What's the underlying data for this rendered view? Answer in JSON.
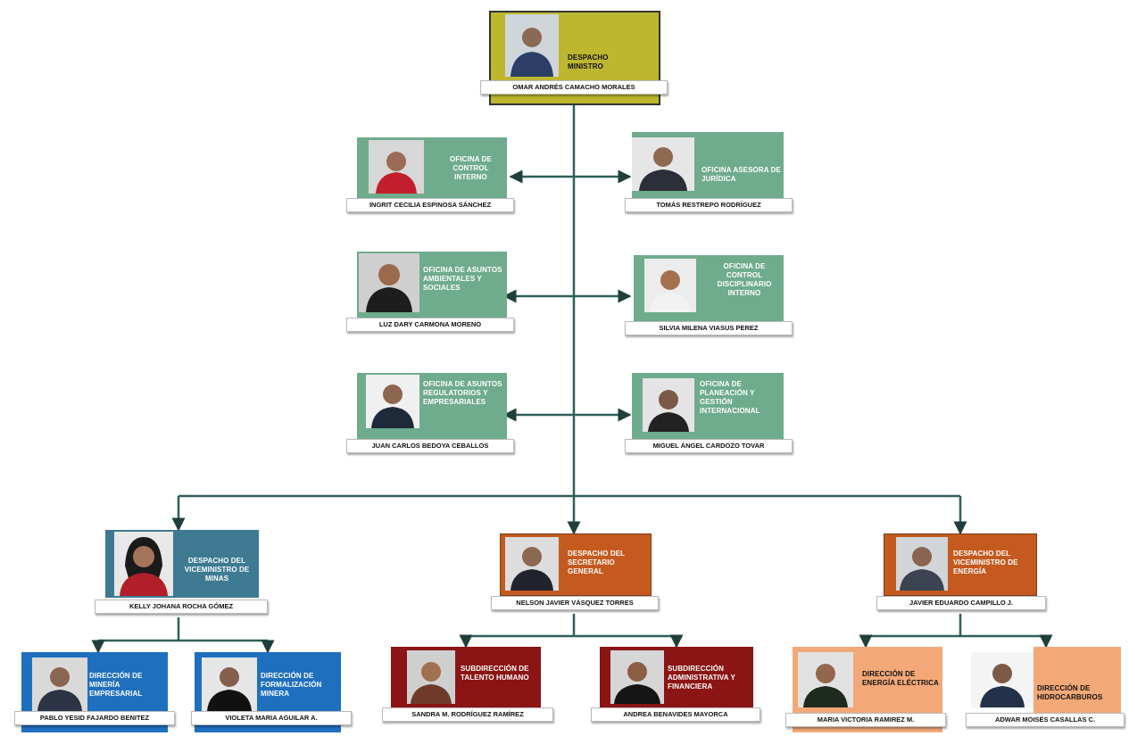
{
  "colors": {
    "ministro": "#bdb72f",
    "oficina": "#6fab8d",
    "viceminas": "#3e7a92",
    "secretario": "#c45a1f",
    "subdireccion": "#8b1414",
    "minas_dir": "#1f6fbf",
    "energia_dir": "#f3a878",
    "connector": "#2f5f5b"
  },
  "ministro": {
    "unit": "DESPACHO MINISTRO",
    "name": "OMAR ANDRÉS CAMACHO MORALES"
  },
  "oficinas": [
    {
      "unit": "OFICINA DE CONTROL INTERNO",
      "name": "INGRIT CECILIA ESPINOSA SÁNCHEZ"
    },
    {
      "unit": "OFICINA ASESORA DE JURÍDICA",
      "name": "TOMÁS RESTREPO RODRÍGUEZ"
    },
    {
      "unit": "OFICINA DE ASUNTOS AMBIENTALES Y SOCIALES",
      "name": "LUZ DARY CARMONA MORENO"
    },
    {
      "unit": "OFICINA DE CONTROL DISCIPLINARIO INTERNO",
      "name": "SILVIA MILENA VIASUS PEREZ"
    },
    {
      "unit": "OFICINA DE ASUNTOS REGULATORIOS Y EMPRESARIALES",
      "name": "JUAN CARLOS BEDOYA CEBALLOS"
    },
    {
      "unit": "OFICINA DE PLANEACIÓN Y GESTIÓN INTERNACIONAL",
      "name": "MIGUEL ÁNGEL CARDOZO TOVAR"
    }
  ],
  "despachos": [
    {
      "unit": "DESPACHO DEL VICEMINISTRO DE MINAS",
      "name": "KELLY JOHANA ROCHA GÓMEZ"
    },
    {
      "unit": "DESPACHO DEL SECRETARIO GENERAL",
      "name": "NELSON JAVIER VÁSQUEZ TORRES"
    },
    {
      "unit": "DESPACHO DEL VICEMINISTRO DE ENERGÍA",
      "name": "JAVIER EDUARDO CAMPILLO J."
    }
  ],
  "direcciones": [
    {
      "unit": "DIRECCIÓN DE MINERÍA EMPRESARIAL",
      "name": "PABLO YESID FAJARDO BENITEZ"
    },
    {
      "unit": "DIRECCIÓN DE FORMALIZACIÓN MINERA",
      "name": "VIOLETA MARIA AGUILAR A."
    },
    {
      "unit": "SUBDIRECCIÓN DE TALENTO HUMANO",
      "name": "SANDRA M. RODRÍGUEZ RAMÍREZ"
    },
    {
      "unit": "SUBDIRECCIÓN ADMINISTRATIVA Y FINANCIERA",
      "name": "ANDREA BENAVIDES MAYORCA"
    },
    {
      "unit": "DIRECCIÓN DE ENERGÍA ELÉCTRICA",
      "name": "MARIA VICTORIA RAMIREZ M."
    },
    {
      "unit": "DIRECCIÓN DE HIDROCARBUROS",
      "name": "ADWAR MOISÉS CASALLAS C."
    }
  ]
}
